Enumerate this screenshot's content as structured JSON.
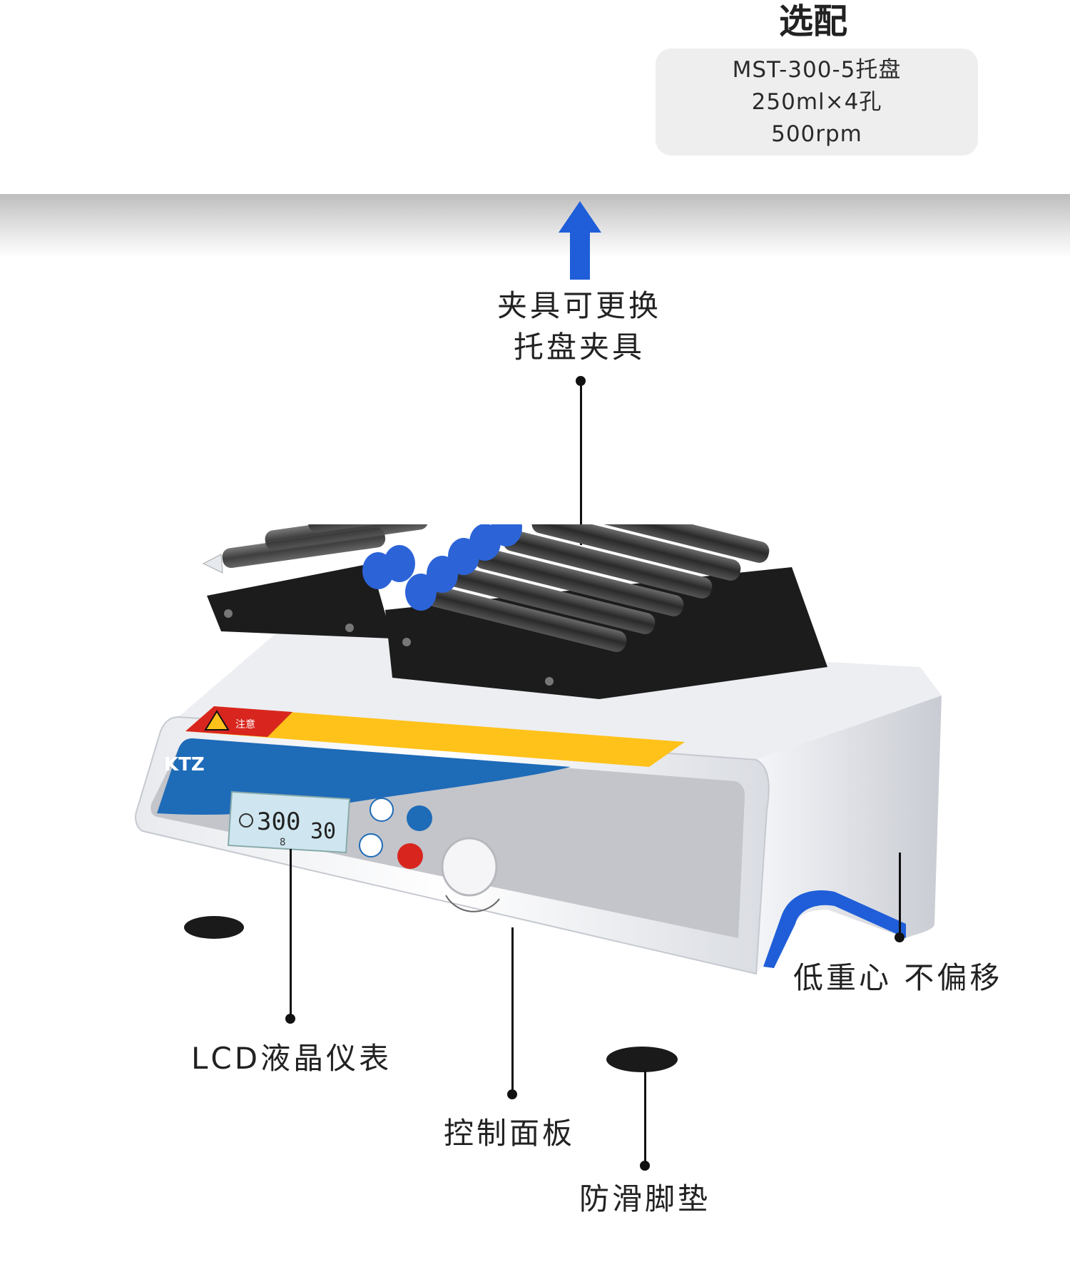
{
  "accessory": {
    "title": "选配",
    "lines": [
      "MST-300-5托盘",
      "250ml×4孔",
      "500rpm"
    ]
  },
  "callouts": {
    "fixture": [
      "夹具可更换",
      "托盘夹具"
    ],
    "lcd": "LCD液晶仪表",
    "control_panel": "控制面板",
    "anti_slip": "防滑脚垫",
    "low_center": "低重心 不偏移"
  },
  "device": {
    "brand_logo": "KTZ",
    "lcd_speed": "300",
    "lcd_time": "30",
    "lcd_small": "8",
    "notice_label": "注意"
  },
  "colors": {
    "accent_blue": "#1f5ed8",
    "panel_blue": "#1e6bb8",
    "warning_yellow": "#ffc21a",
    "warning_red": "#d8261f",
    "tray_black": "#1c1c1c",
    "cap_blue": "#2c64d8"
  },
  "icons": [
    "up-arrow-icon",
    "warning-triangle-icon",
    "knob-icon"
  ]
}
